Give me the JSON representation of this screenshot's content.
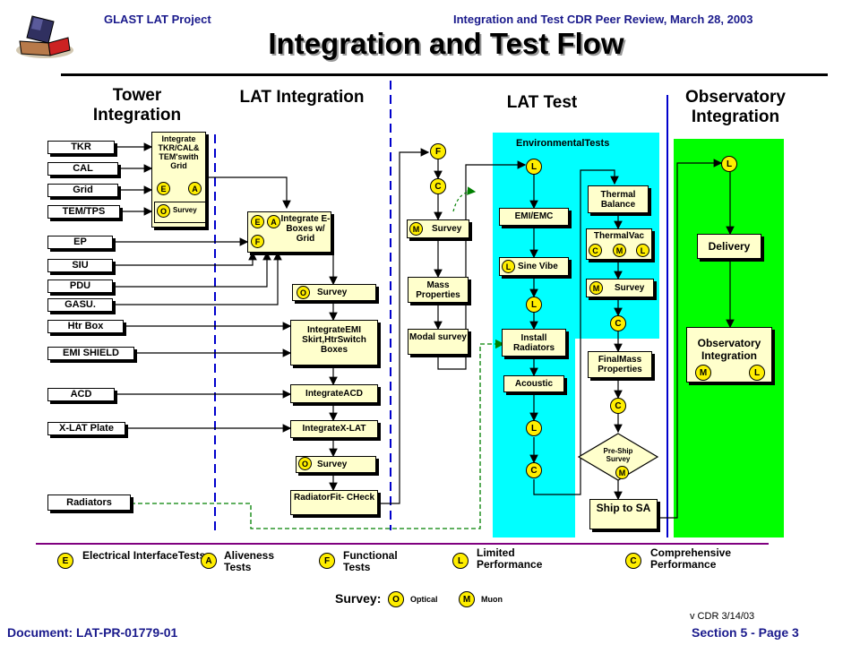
{
  "header": {
    "project": "GLAST LAT Project",
    "review": "Integration and Test CDR Peer Review, March 28, 2003",
    "title": "Integration and Test Flow"
  },
  "columns": {
    "tower": "Tower Integration",
    "lat_integration": "LAT Integration",
    "lat_test": "LAT Test",
    "observatory": "Observatory Integration"
  },
  "inputs": [
    "TKR",
    "CAL",
    "Grid",
    "TEM/TPS",
    "EP",
    "SIU",
    "PDU",
    "GASU.",
    "Htr Box",
    "EMI SHIELD",
    "ACD",
    "X-LAT Plate",
    "Radiators"
  ],
  "tower_box": {
    "text": "Integrate TKR/CAL& TEM'swith Grid",
    "survey": "Survey",
    "badges": [
      "E",
      "A",
      "O"
    ]
  },
  "lat_boxes": {
    "ebox": {
      "text": "Integrate E-Boxes w/ Grid",
      "badges": [
        "E",
        "A",
        "F"
      ]
    },
    "survey1": {
      "badge": "O",
      "label": "Survey"
    },
    "emi": "IntegrateEMI Skirt,HtrSwitch Boxes",
    "acd": "IntegrateACD",
    "xlat": "IntegrateX-LAT",
    "survey2": {
      "badge": "O",
      "label": "Survey"
    },
    "radfit": "RadiatorFit- CHeck"
  },
  "lat_test": {
    "f": "F",
    "c": "C",
    "survey": {
      "badge": "M",
      "label": "Survey"
    },
    "mass": "Mass Properties",
    "modal": "Modal survey"
  },
  "env": {
    "title": "EnvironmentalTests",
    "l1": "L",
    "emi_emc": "EMI/EMC",
    "sine": {
      "badge": "L",
      "label": "Sine Vibe"
    },
    "l2": "L",
    "install": "Install Radiators",
    "acoustic": "Acoustic",
    "l3": "L",
    "c1": "C",
    "thermal_bal": "Thermal Balance",
    "thermal_vac": "ThermalVac",
    "tv_badges": [
      "C",
      "M",
      "L"
    ],
    "survey": {
      "badge": "M",
      "label": "Survey"
    },
    "c2": "C",
    "final_mass": "FinalMass Properties",
    "c3": "C",
    "preship": "Pre-Ship Survey",
    "preship_badge": "M",
    "ship": "Ship to SA"
  },
  "observatory": {
    "l": "L",
    "delivery": "Delivery",
    "obs_int": "Observatory Integration",
    "badges": [
      "M",
      "L"
    ]
  },
  "legend": [
    {
      "badge": "E",
      "text": "Electrical InterfaceTests"
    },
    {
      "badge": "A",
      "text": "Aliveness Tests"
    },
    {
      "badge": "F",
      "text": "Functional Tests"
    },
    {
      "badge": "L",
      "text": "Limited Performance"
    },
    {
      "badge": "C",
      "text": "Comprehensive Performance"
    }
  ],
  "survey_legend": {
    "label": "Survey:",
    "o": "O",
    "o_text": "Optical",
    "m": "M",
    "m_text": "Muon"
  },
  "footer": {
    "version": "v CDR 3/14/03",
    "document": "Document: LAT-PR-01779-01",
    "section": "Section 5 - Page 3"
  },
  "colors": {
    "header_blue": "#1a1a8c",
    "cyan": "#00ffff",
    "green": "#00ff00",
    "yellow_box": "#ffffcc",
    "badge": "#ffee00",
    "purple_line": "#800080"
  },
  "icons": {
    "logo": "satellite-logo-icon"
  }
}
